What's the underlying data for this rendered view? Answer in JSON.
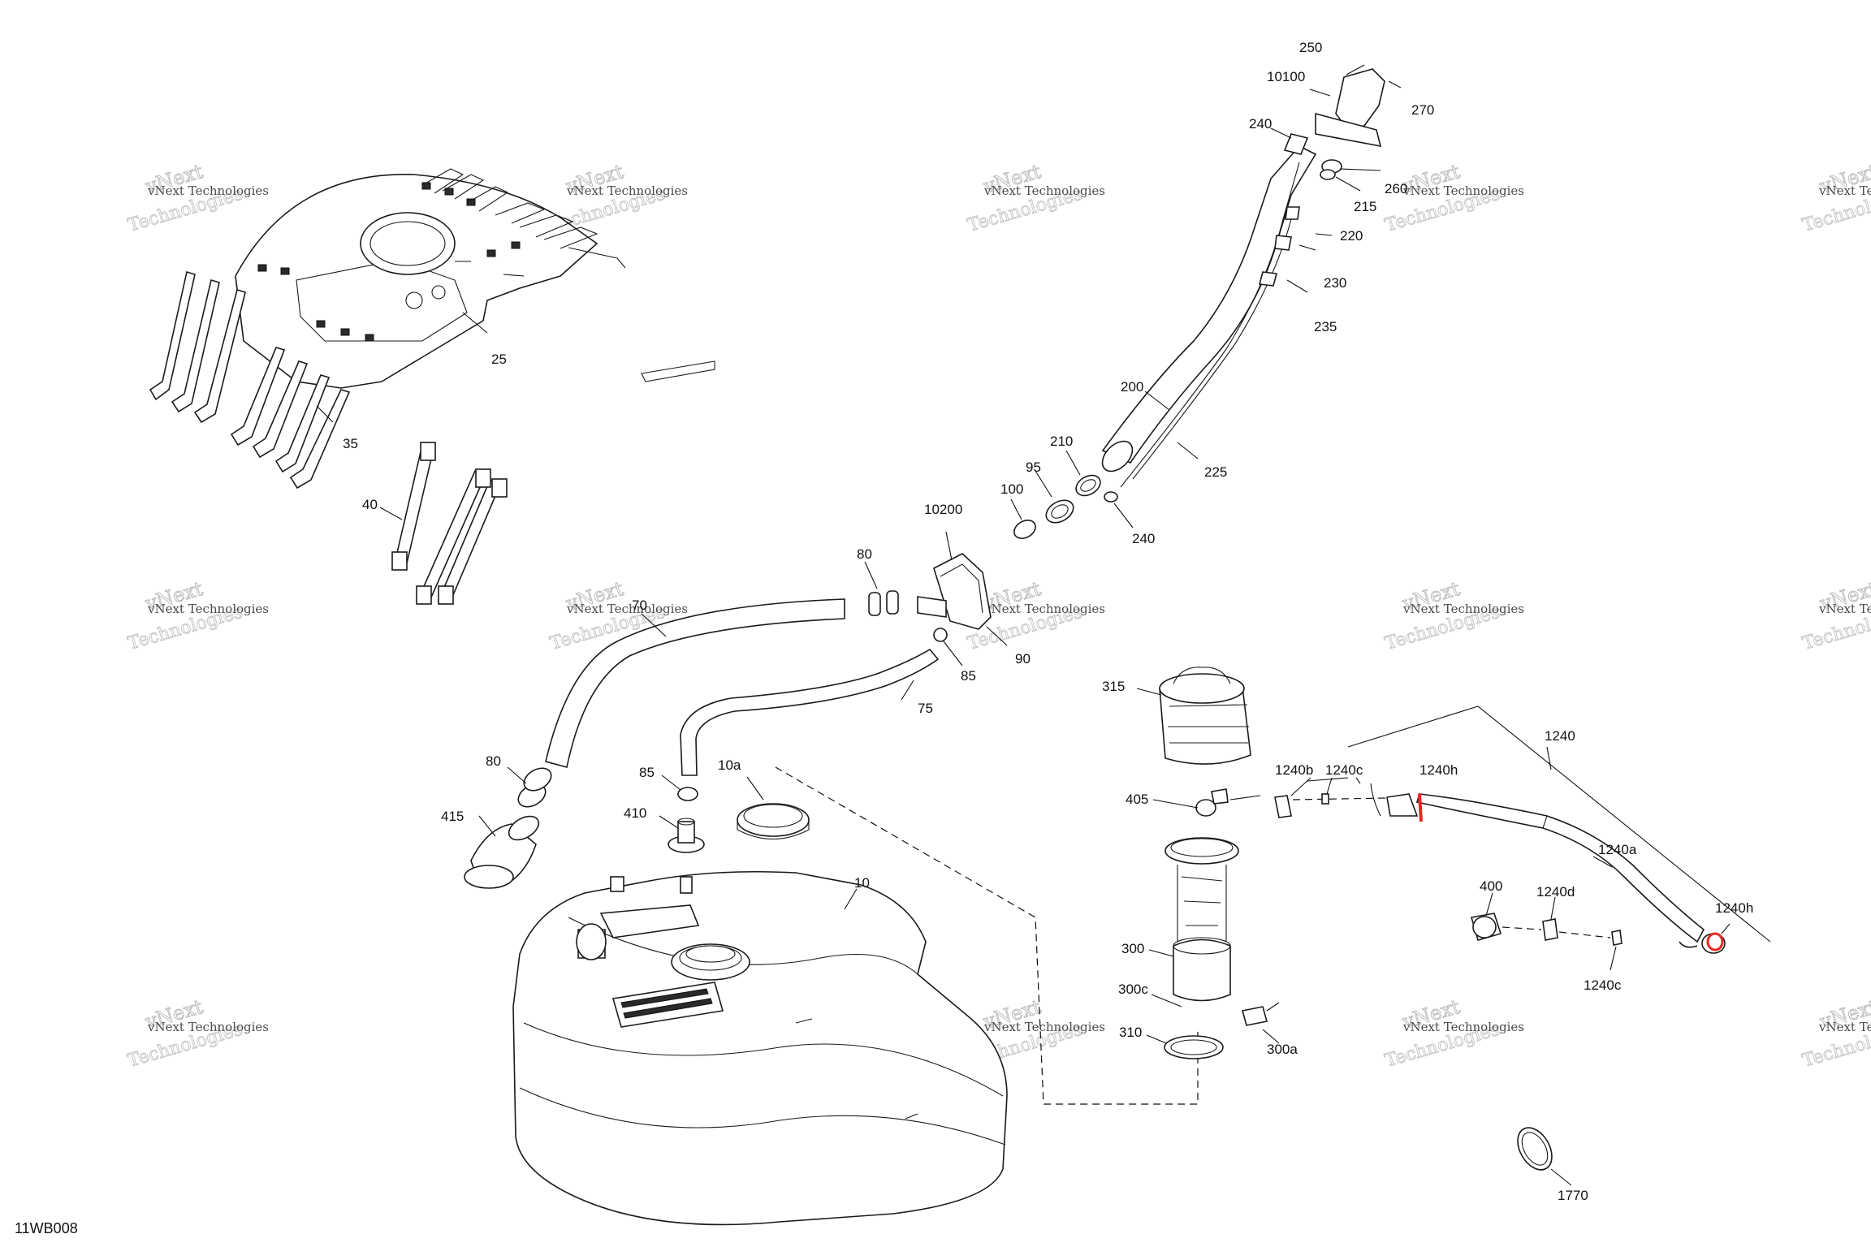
{
  "diagram": {
    "code": "11WB008",
    "watermark": {
      "line1": "vNext Technologies",
      "line2": "vNext",
      "line3": "Technologies"
    },
    "labels": {
      "10": "10",
      "10a": "10a",
      "25": "25",
      "35": "35",
      "40": "40",
      "70": "70",
      "75": "75",
      "80a": "80",
      "80b": "80",
      "85a": "85",
      "85b": "85",
      "90": "90",
      "95": "95",
      "100": "100",
      "200": "200",
      "210": "210",
      "215": "215",
      "220": "220",
      "225": "225",
      "230": "230",
      "235": "235",
      "240a": "240",
      "240b": "240",
      "250": "250",
      "260": "260",
      "270": "270",
      "300": "300",
      "300a": "300a",
      "300c": "300c",
      "310": "310",
      "315": "315",
      "400": "400",
      "405": "405",
      "410": "410",
      "415": "415",
      "1240": "1240",
      "1240a": "1240a",
      "1240b": "1240b",
      "1240c_top": "1240c",
      "1240c_bottom": "1240c",
      "1240d": "1240d",
      "1240h_top": "1240h",
      "1240h_right": "1240h",
      "1770": "1770",
      "10100": "10100",
      "10200": "10200"
    }
  }
}
